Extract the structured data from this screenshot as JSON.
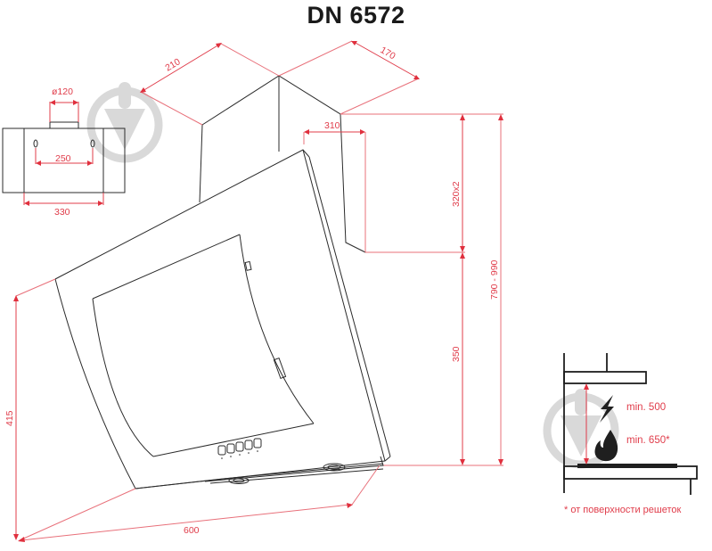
{
  "title": "DN 6572",
  "colors": {
    "dimension": "#e03c4a",
    "outline": "#2b2b2b",
    "watermark": "#d9d9d9"
  },
  "top_view": {
    "duct_diameter": "ø120",
    "mount_spacing": "250",
    "width": "330"
  },
  "main_view": {
    "chimney_depth": "210",
    "chimney_width": "170",
    "chimney_offset": "310",
    "chimney_height": "320x2",
    "body_height": "350",
    "total_height": "790 - 990",
    "front_height": "415",
    "width": "600",
    "control_buttons": 5
  },
  "installation": {
    "min_electric": "min. 500",
    "min_gas": "min. 650*",
    "footnote": "* от поверхности решеток",
    "icons": [
      "lightning-icon",
      "flame-icon"
    ]
  }
}
